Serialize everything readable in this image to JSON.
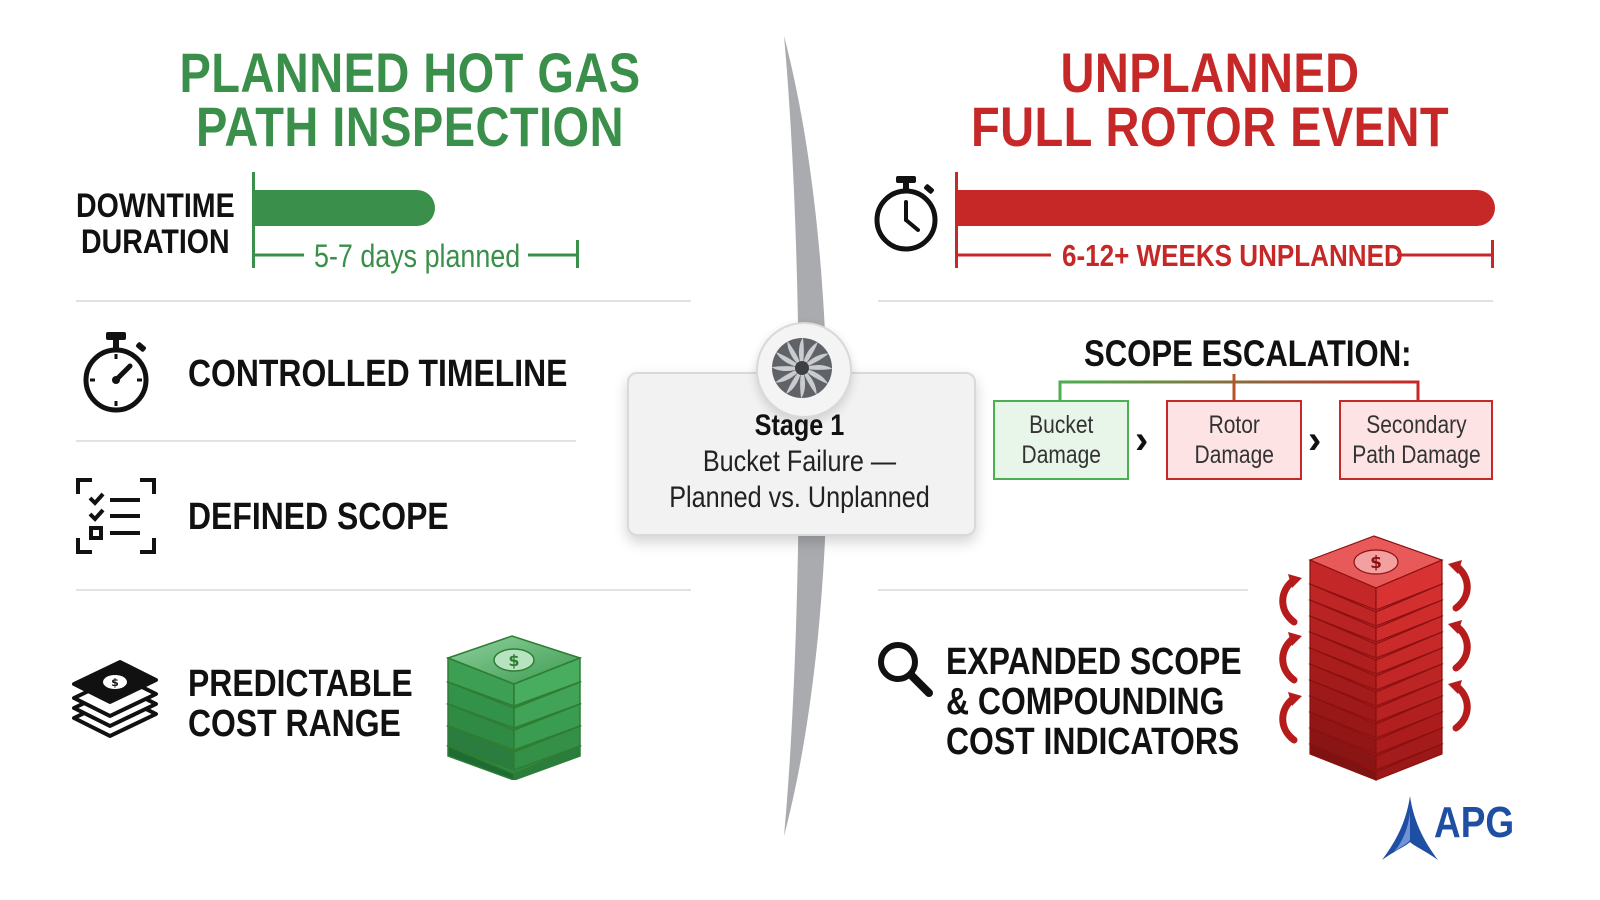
{
  "left": {
    "title_line1": "PLANNED HOT GAS",
    "title_line2": "PATH INSPECTION",
    "downtime_line1": "DOWNTIME",
    "downtime_line2": "DURATION",
    "downtime_bar_label": "5-7 days planned",
    "items": [
      {
        "label": "CONTROLLED TIMELINE",
        "icon": "stopwatch-icon"
      },
      {
        "label": "DEFINED SCOPE",
        "icon": "checklist-icon"
      },
      {
        "label_line1": "PREDICTABLE",
        "label_line2": "COST RANGE",
        "icon": "cash-stack-icon"
      }
    ],
    "accent_color": "#3a8f4a"
  },
  "center": {
    "line1": "Stage 1",
    "line2": "Bucket Failure —",
    "line3": "Planned vs. Unplanned",
    "icon": "turbine-icon"
  },
  "right": {
    "title_line1": "UNPLANNED",
    "title_line2": "FULL ROTOR EVENT",
    "downtime_bar_label": "6-12+ WEEKS UNPLANNED",
    "scope_title": "SCOPE ESCALATION:",
    "scope_steps": [
      {
        "line1": "Bucket",
        "line2": "Damage"
      },
      {
        "line1": "Rotor",
        "line2": "Damage"
      },
      {
        "line1": "Secondary",
        "line2": "Path Damage"
      }
    ],
    "cost_line1": "EXPANDED SCOPE",
    "cost_line2": "& COMPOUNDING",
    "cost_line3": "COST INDICATORS",
    "accent_color": "#c62828"
  },
  "logo": {
    "text": "APG"
  }
}
